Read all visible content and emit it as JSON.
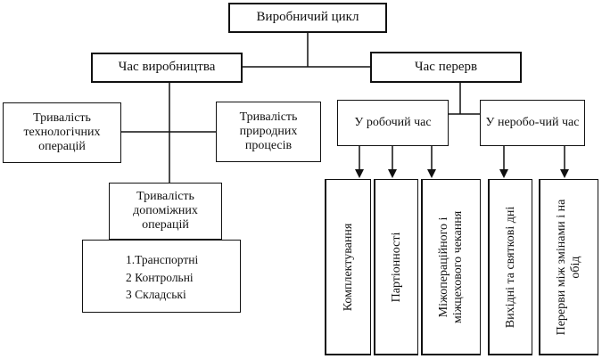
{
  "root": {
    "label": "Виробничий цикл"
  },
  "left_branch": {
    "label": "Час виробництва",
    "children": [
      {
        "label": "Тривалість технологічних операцій"
      },
      {
        "label": "Тривалість природних процесів"
      },
      {
        "label": "Тривалість допоміжних операцій"
      }
    ],
    "auxiliary_list": [
      "1.Транспортні",
      "2 Контрольні",
      "3 Складські"
    ]
  },
  "right_branch": {
    "label": "Час перерв",
    "working": {
      "label": "У робочий час",
      "items": [
        "Комплектування",
        "Партіонності",
        "Міжопераційного і міжцехового чекання"
      ]
    },
    "nonworking": {
      "label": "У неробо-чий час",
      "items": [
        "Вихідні та святкові дні",
        "Перерви між змінами і на обід"
      ]
    }
  }
}
